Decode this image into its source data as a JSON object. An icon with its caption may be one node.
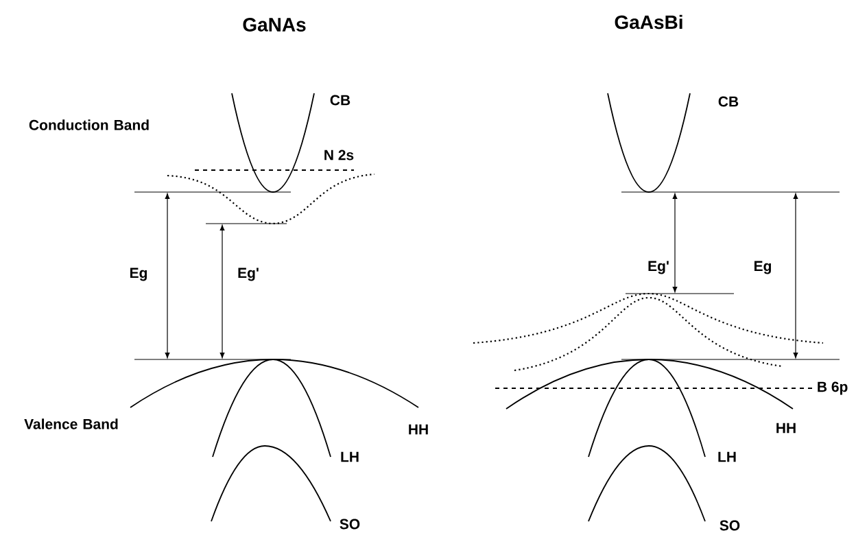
{
  "diagram": {
    "labels": [
      "GaNAs",
      "GaAsBi",
      "Conduction Band",
      "CB",
      "N 2s",
      "Eg",
      "Eg'",
      "Valence Band",
      "HH",
      "LH",
      "SO",
      "CB",
      "Eg'",
      "Eg",
      "B 6p",
      "HH",
      "LH",
      "SO"
    ]
  }
}
